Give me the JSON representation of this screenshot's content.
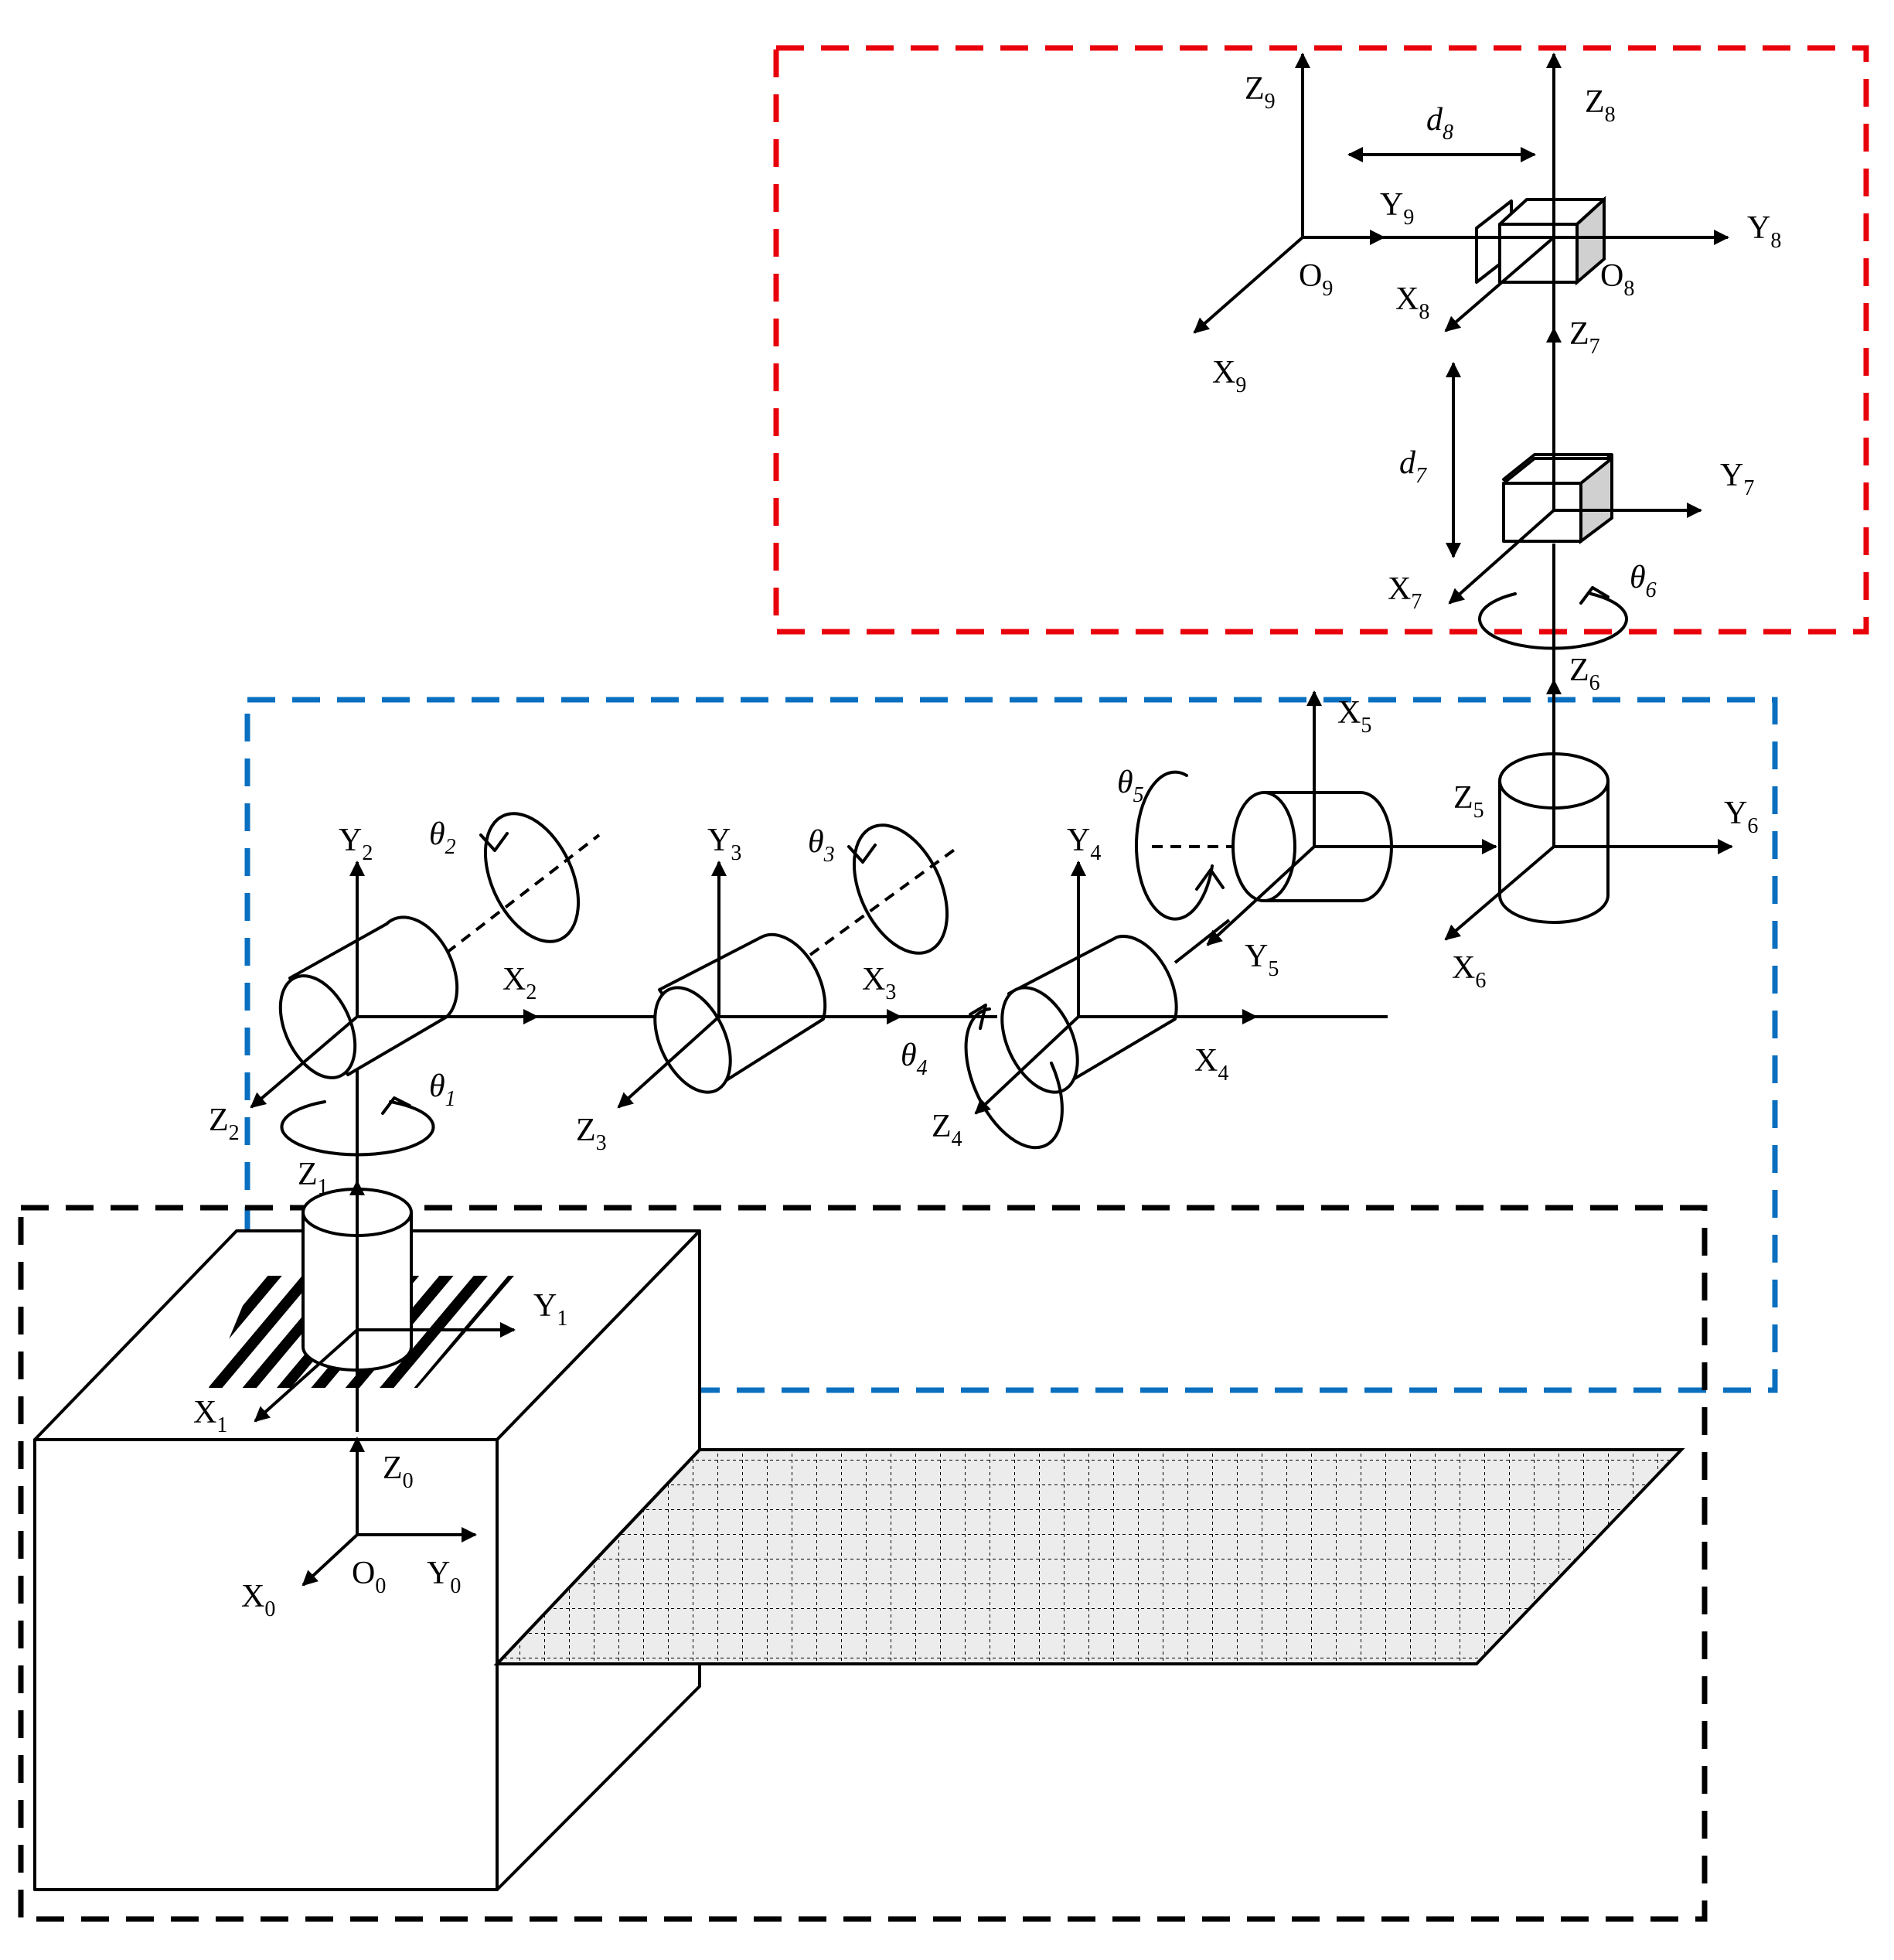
{
  "colors": {
    "red_frame": "#e8000b",
    "blue_frame": "#0a6fbf",
    "black_frame": "#000000"
  },
  "labels": {
    "O0": {
      "b": "O",
      "s": "0"
    },
    "X0": {
      "b": "X",
      "s": "0"
    },
    "Y0": {
      "b": "Y",
      "s": "0"
    },
    "Z0": {
      "b": "Z",
      "s": "0"
    },
    "X1": {
      "b": "X",
      "s": "1"
    },
    "Y1": {
      "b": "Y",
      "s": "1"
    },
    "Z1": {
      "b": "Z",
      "s": "1"
    },
    "X2": {
      "b": "X",
      "s": "2"
    },
    "Y2": {
      "b": "Y",
      "s": "2"
    },
    "Z2": {
      "b": "Z",
      "s": "2"
    },
    "X3": {
      "b": "X",
      "s": "3"
    },
    "Y3": {
      "b": "Y",
      "s": "3"
    },
    "Z3": {
      "b": "Z",
      "s": "3"
    },
    "X4": {
      "b": "X",
      "s": "4"
    },
    "Y4": {
      "b": "Y",
      "s": "4"
    },
    "Z4": {
      "b": "Z",
      "s": "4"
    },
    "X5": {
      "b": "X",
      "s": "5"
    },
    "Y5": {
      "b": "Y",
      "s": "5"
    },
    "Z5": {
      "b": "Z",
      "s": "5"
    },
    "X6": {
      "b": "X",
      "s": "6"
    },
    "Y6": {
      "b": "Y",
      "s": "6"
    },
    "Z6": {
      "b": "Z",
      "s": "6"
    },
    "X7": {
      "b": "X",
      "s": "7"
    },
    "Y7": {
      "b": "Y",
      "s": "7"
    },
    "Z7": {
      "b": "Z",
      "s": "7"
    },
    "X8": {
      "b": "X",
      "s": "8"
    },
    "Y8": {
      "b": "Y",
      "s": "8"
    },
    "Z8": {
      "b": "Z",
      "s": "8"
    },
    "O8": {
      "b": "O",
      "s": "8"
    },
    "X9": {
      "b": "X",
      "s": "9"
    },
    "Y9": {
      "b": "Y",
      "s": "9"
    },
    "Z9": {
      "b": "Z",
      "s": "9"
    },
    "O9": {
      "b": "O",
      "s": "9"
    },
    "theta1": {
      "b": "θ",
      "s": "1"
    },
    "theta2": {
      "b": "θ",
      "s": "2"
    },
    "theta3": {
      "b": "θ",
      "s": "3"
    },
    "theta4": {
      "b": "θ",
      "s": "4"
    },
    "theta5": {
      "b": "θ",
      "s": "5"
    },
    "theta6": {
      "b": "θ",
      "s": "6"
    },
    "d7": {
      "b": "d",
      "s": "7"
    },
    "d8": {
      "b": "d",
      "s": "8"
    }
  }
}
